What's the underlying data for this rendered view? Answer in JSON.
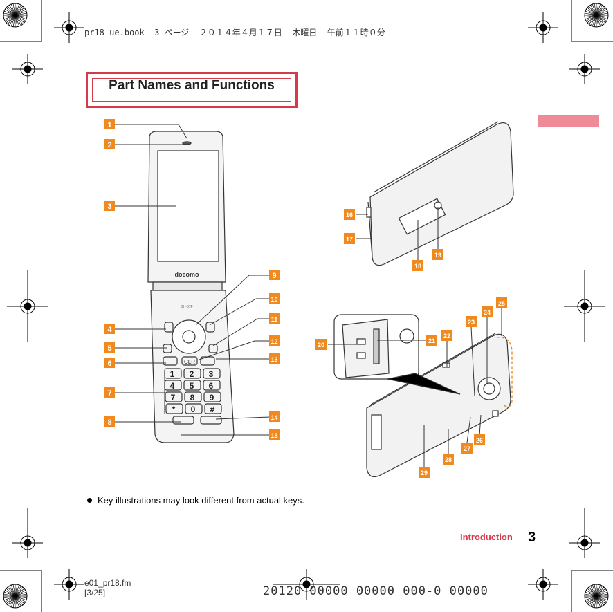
{
  "header": {
    "file_info": "pr18_ue.book  3 ページ  ２０１４年４月１７日  木曜日  午前１１時０分"
  },
  "section_title": "Part Names and Functions",
  "phone_logo": "docomo",
  "phone_model": "SH-07F",
  "callouts": [
    "1",
    "2",
    "3",
    "4",
    "5",
    "6",
    "7",
    "8",
    "9",
    "10",
    "11",
    "12",
    "13",
    "14",
    "15",
    "16",
    "17",
    "18",
    "19",
    "20",
    "21",
    "22",
    "23",
    "24",
    "25",
    "26",
    "27",
    "28",
    "29"
  ],
  "keys": {
    "row1": [
      "1",
      "2",
      "3"
    ],
    "row2": [
      "4",
      "5",
      "6"
    ],
    "row3": [
      "7",
      "8",
      "9"
    ],
    "row4": [
      "*",
      "0",
      "#"
    ],
    "clr": "CLR"
  },
  "note": "Key illustrations may look different from actual keys.",
  "footer": {
    "section": "Introduction",
    "page": "3",
    "file_name": "e01_pr18.fm",
    "file_pages": "[3/25]",
    "code": "20120 00000 00000 000-0 00000"
  },
  "colors": {
    "accent": "#d63a4a",
    "callout_fill": "#f08a1e",
    "tab": "#ef8a98"
  }
}
